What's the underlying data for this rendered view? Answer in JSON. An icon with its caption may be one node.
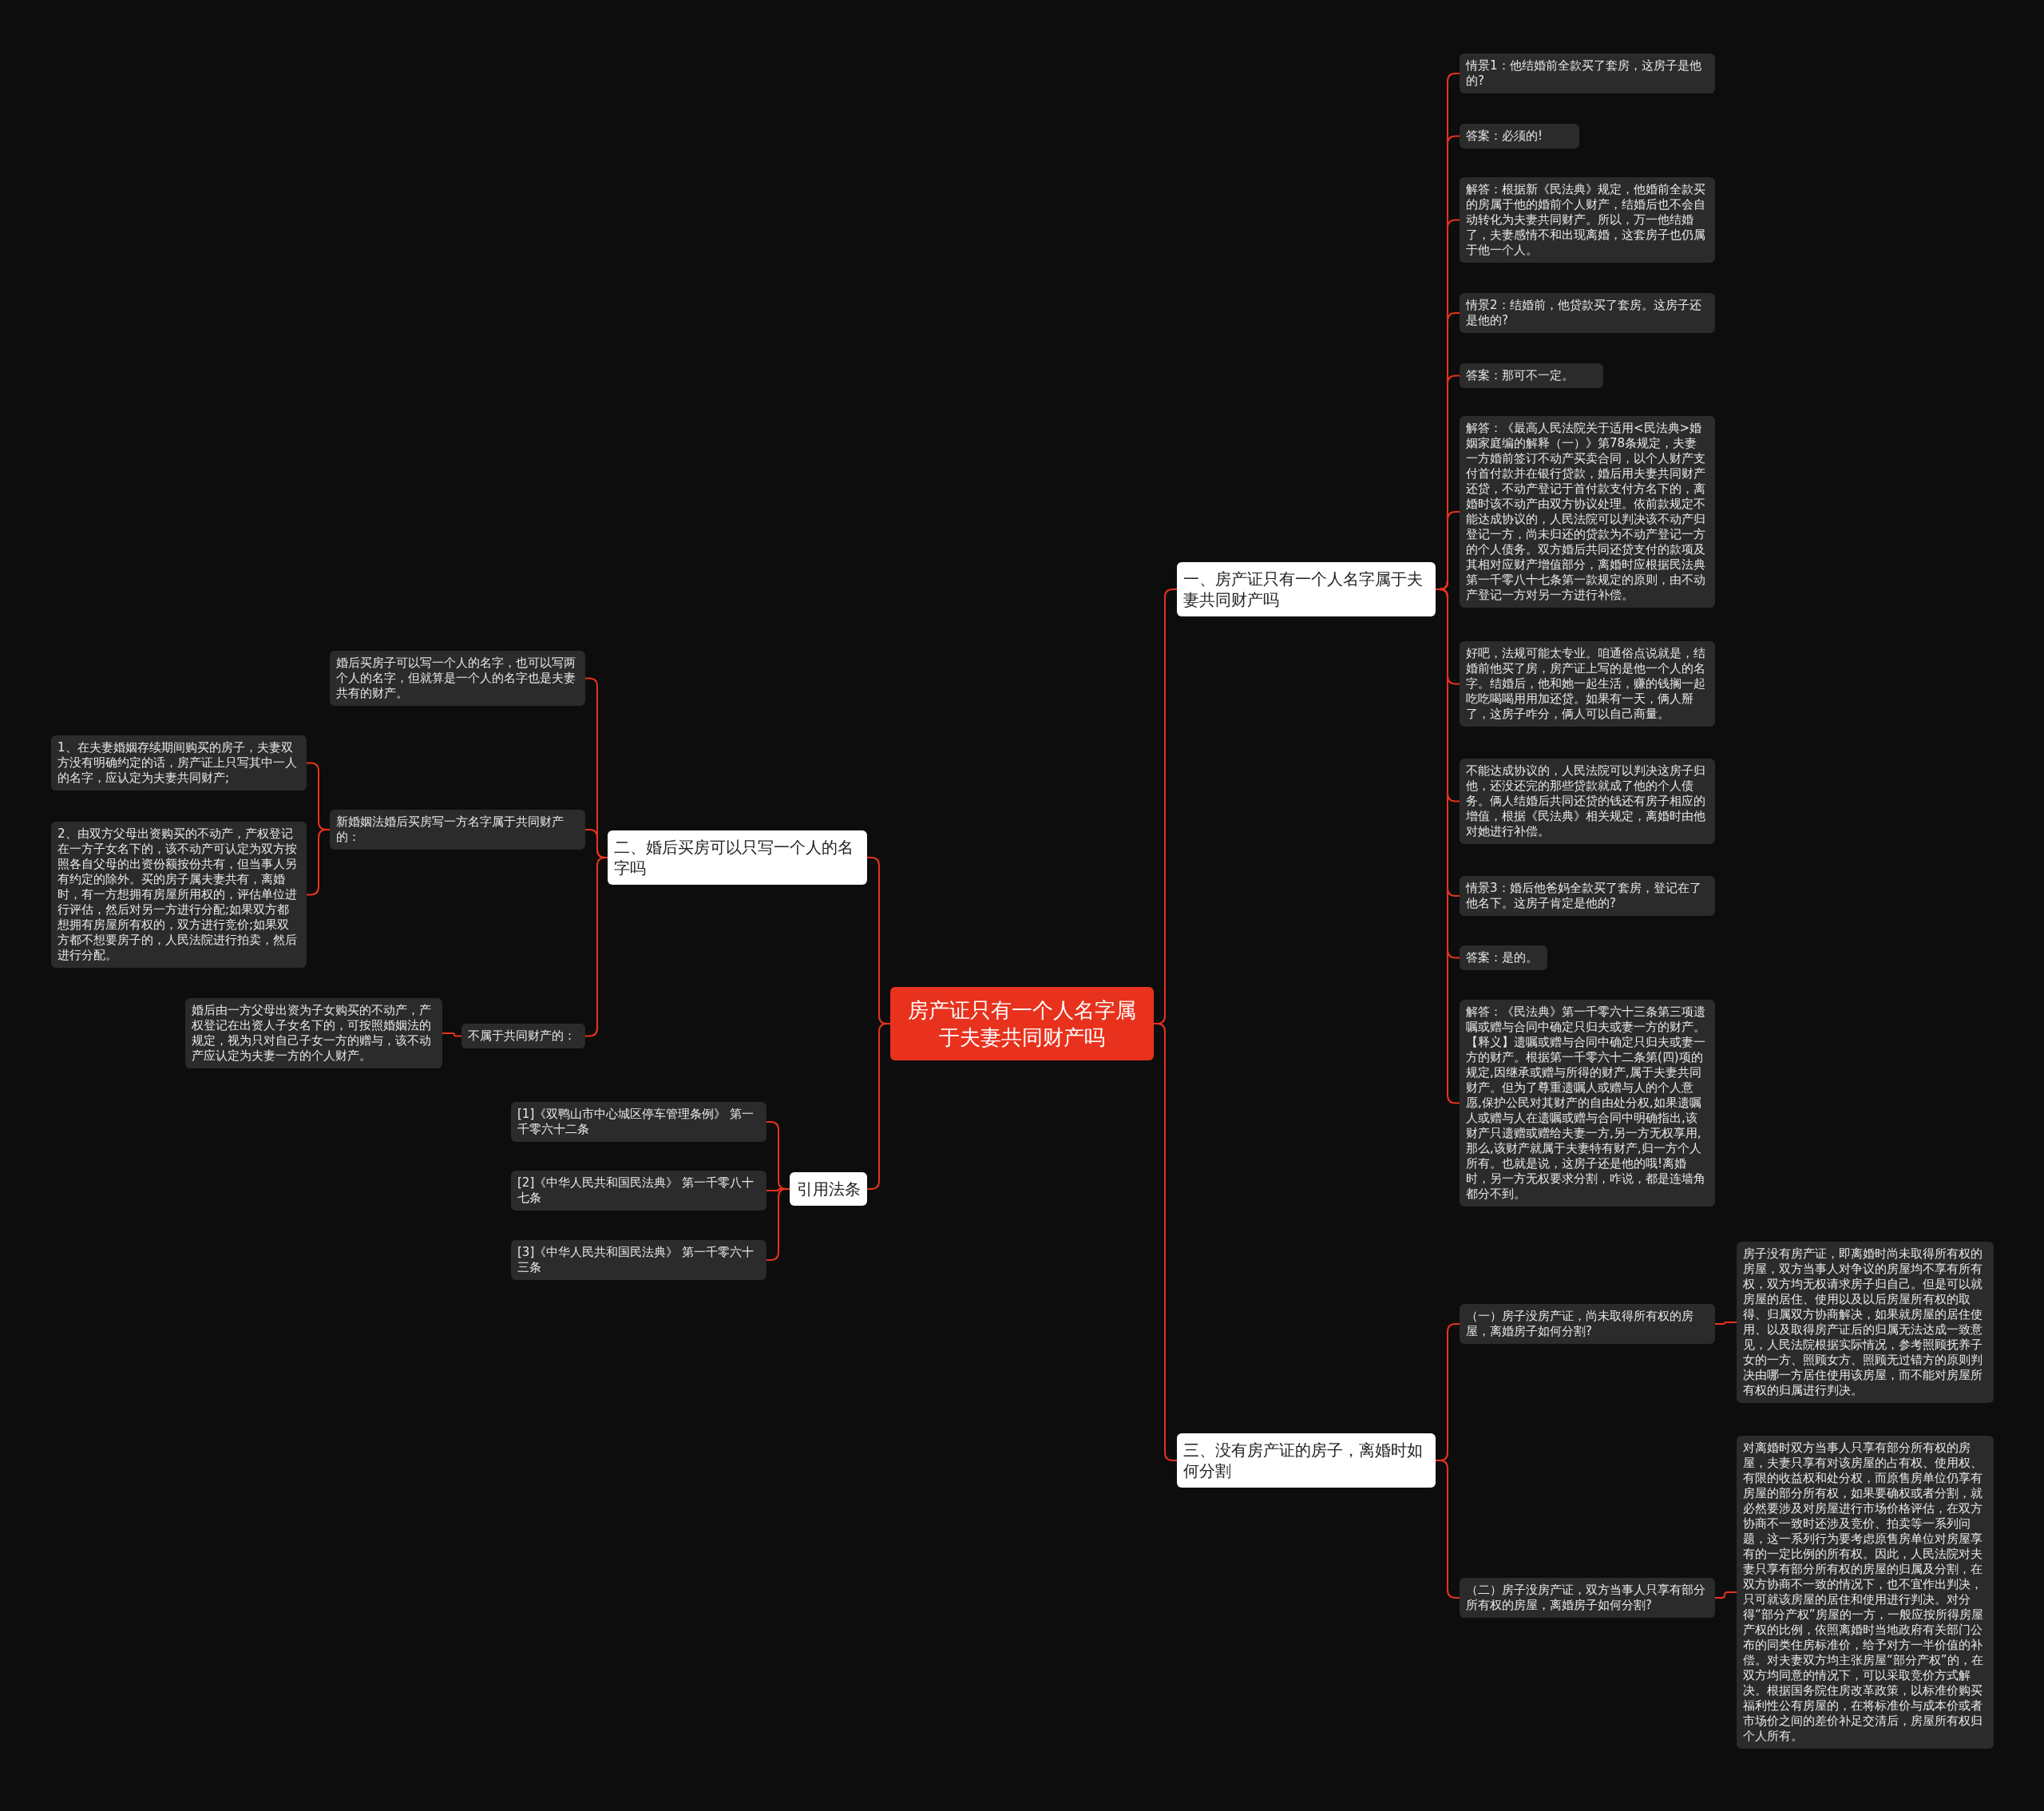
{
  "diagram": {
    "nodes": [
      {
        "text": [
          "房产证只有一个人名字属于夫妻共同财产吗"
        ]
      },
      {
        "text": [
          "一、房产证只有一个人名字属于夫妻共同财产吗"
        ]
      },
      {
        "text": [
          "情景1：他结婚前全款买了套房，这房子是他的?"
        ]
      },
      {
        "text": [
          "答案：必须的!"
        ]
      },
      {
        "text": [
          "解答：根据新《民法典》规定，他婚前全款买的房属于他的婚前个人财产，结婚后也不会自动转化为夫妻共同财产。所以，万一他结婚了，夫妻感情不和出现离婚，这套房子也仍属于他一个人。"
        ]
      },
      {
        "text": [
          "情景2：结婚前，他贷款买了套房。这房子还是他的?"
        ]
      },
      {
        "text": [
          "答案：那可不一定。"
        ]
      },
      {
        "text": [
          "解答：《最高人民法院关于适用<民法典>婚姻家庭编的解释（一）》第78条规定，夫妻一方婚前签订不动产买卖合同，以个人财产支付首付款并在银行贷款，婚后用夫妻共同财产还贷，不动产登记于首付款支付方名下的，离婚时该不动产由双方协议处理。依前款规定不能达成协议的，人民法院可以判决该不动产归登记一方，尚未归还的贷款为不动产登记一方的个人债务。双方婚后共同还贷支付的款项及其相对应财产增值部分，离婚时应根据民法典第一千零八十七条第一款规定的原则，由不动产登记一方对另一方进行补偿。"
        ]
      },
      {
        "text": [
          "好吧，法规可能太专业。咱通俗点说就是，结婚前他买了房，房产证上写的是他一个人的名字。结婚后，他和她一起生活，赚的钱搁一起吃吃喝喝用用加还贷。如果有一天，俩人掰了，这房子咋分，俩人可以自己商量。"
        ]
      },
      {
        "text": [
          "不能达成协议的，人民法院可以判决这房子归他，还没还完的那些贷款就成了他的个人债务。俩人结婚后共同还贷的钱还有房子相应的增值，根据《民法典》相关规定，离婚时由他对她进行补偿。"
        ]
      },
      {
        "text": [
          "情景3：婚后他爸妈全款买了套房，登记在了他名下。这房子肯定是他的?"
        ]
      },
      {
        "text": [
          "答案：是的。"
        ]
      },
      {
        "text": [
          "解答：《民法典》第一千零六十三条第三项遗嘱或赠与合同中确定只归夫或妻一方的财产。【释义】遗嘱或赠与合同中确定只归夫或妻一方的财产。根据第一千零六十二条第(四)项的规定,因继承或赠与所得的财产,属于夫妻共同财产。但为了尊重遗嘱人或赠与人的个人意愿,保护公民对其财产的自由处分权,如果遗嘱人或赠与人在遗嘱或赠与合同中明确指出,该财产只遗赠或赠给夫妻一方,另一方无权享用,那么,该财产就属于夫妻特有财产,归一方个人所有。也就是说，这房子还是他的哦!离婚时，另一方无权要求分割，咋说，都是连墙角都分不到。"
        ]
      },
      {
        "text": [
          "三、没有房产证的房子，离婚时如何分割"
        ]
      },
      {
        "text": [
          "（一）房子没房产证，尚未取得所有权的房屋，离婚房子如何分割?"
        ]
      },
      {
        "text": [
          "房子没有房产证，即离婚时尚未取得所有权的房屋，双方当事人对争议的房屋均不享有所有权，双方均无权请求房子归自己。但是可以就房屋的居住、使用以及以后房屋所有权的取得、归属双方协商解决，如果就房屋的居住使用、以及取得房产证后的归属无法达成一致意见，人民法院根据实际情况，参考照顾抚养子女的一方、照顾女方、照顾无过错方的原则判决由哪一方居住使用该房屋，而不能对房屋所有权的归属进行判决。"
        ]
      },
      {
        "text": [
          "（二）房子没房产证，双方当事人只享有部分所有权的房屋，离婚房子如何分割?"
        ]
      },
      {
        "text": [
          "对离婚时双方当事人只享有部分所有权的房屋，夫妻只享有对该房屋的占有权、使用权、有限的收益权和处分权，而原售房单位仍享有房屋的部分所有权，如果要确权或者分割，就必然要涉及对房屋进行市场价格评估，在双方协商不一致时还涉及竞价、拍卖等一系列问题，这一系列行为要考虑原售房单位对房屋享有的一定比例的所有权。因此，人民法院对夫妻只享有部分所有权的房屋的归属及分割，在双方协商不一致的情况下，也不宜作出判决，只可就该房屋的居住和使用进行判决。对分得“部分产权”房屋的一方，一般应按所得房屋产权的比例，依照离婚时当地政府有关部门公布的同类住房标准价，给予对方一半价值的补偿。对夫妻双方均主张房屋“部分产权”的，在双方均同意的情况下，可以采取竞价方式解决。根据国务院住房改革政策，以标准价购买福利性公有房屋的，在将标准价与成本价或者市场价之间的差价补足交清后，房屋所有权归个人所有。"
        ]
      },
      {
        "text": [
          "二、婚后买房可以只写一个人的名字吗"
        ]
      },
      {
        "text": [
          "婚后买房子可以写一个人的名字，也可以写两个人的名字，但就算是一个人的名字也是夫妻共有的财产。"
        ]
      },
      {
        "text": [
          "新婚姻法婚后买房写一方名字属于共同财产的："
        ]
      },
      {
        "text": [
          "1、在夫妻婚姻存续期间购买的房子，夫妻双方没有明确约定的话，房产证上只写其中一人的名字，应认定为夫妻共同财产;"
        ]
      },
      {
        "text": [
          "2、由双方父母出资购买的不动产，产权登记在一方子女名下的，该不动产可认定为双方按照各自父母的出资份额按份共有，但当事人另有约定的除外。买的房子属夫妻共有，离婚时，有一方想拥有房屋所用权的，评估单位进行评估，然后对另一方进行分配;如果双方都想拥有房屋所有权的，双方进行竞价;如果双方都不想要房子的，人民法院进行拍卖，然后进行分配。"
        ]
      },
      {
        "text": [
          "不属于共同财产的："
        ]
      },
      {
        "text": [
          "婚后由一方父母出资为子女购买的不动产，产权登记在出资人子女名下的，可按照婚姻法的规定，视为只对自己子女一方的赠与，该不动产应认定为夫妻一方的个人财产。"
        ]
      },
      {
        "text": [
          "引用法条"
        ]
      },
      {
        "text": [
          "[1]《双鸭山市中心城区停车管理条例》 第一千零六十二条"
        ]
      },
      {
        "text": [
          "[2]《中华人民共和国民法典》 第一千零八十七条"
        ]
      },
      {
        "text": [
          "[3]《中华人民共和国民法典》 第一千零六十三条"
        ]
      }
    ],
    "edges": [
      {
        "from": 0,
        "to": 1,
        "arrow": "none"
      },
      {
        "from": 1,
        "to": 2,
        "arrow": "none"
      },
      {
        "from": 1,
        "to": 3,
        "arrow": "none"
      },
      {
        "from": 1,
        "to": 4,
        "arrow": "none"
      },
      {
        "from": 1,
        "to": 5,
        "arrow": "none"
      },
      {
        "from": 1,
        "to": 6,
        "arrow": "none"
      },
      {
        "from": 1,
        "to": 7,
        "arrow": "none"
      },
      {
        "from": 1,
        "to": 8,
        "arrow": "none"
      },
      {
        "from": 1,
        "to": 9,
        "arrow": "none"
      },
      {
        "from": 1,
        "to": 10,
        "arrow": "none"
      },
      {
        "from": 1,
        "to": 11,
        "arrow": "none"
      },
      {
        "from": 1,
        "to": 12,
        "arrow": "none"
      },
      {
        "from": 0,
        "to": 13,
        "arrow": "none"
      },
      {
        "from": 13,
        "to": 14,
        "arrow": "none"
      },
      {
        "from": 14,
        "to": 15,
        "arrow": "none"
      },
      {
        "from": 13,
        "to": 16,
        "arrow": "none"
      },
      {
        "from": 16,
        "to": 17,
        "arrow": "none"
      },
      {
        "from": 0,
        "to": 18,
        "arrow": "none"
      },
      {
        "from": 18,
        "to": 19,
        "arrow": "none"
      },
      {
        "from": 18,
        "to": 20,
        "arrow": "none"
      },
      {
        "from": 20,
        "to": 21,
        "arrow": "none"
      },
      {
        "from": 20,
        "to": 22,
        "arrow": "none"
      },
      {
        "from": 18,
        "to": 23,
        "arrow": "none"
      },
      {
        "from": 23,
        "to": 24,
        "arrow": "none"
      },
      {
        "from": 0,
        "to": 25,
        "arrow": "none"
      },
      {
        "from": 25,
        "to": 26,
        "arrow": "none"
      },
      {
        "from": 25,
        "to": 27,
        "arrow": "none"
      },
      {
        "from": 25,
        "to": 28,
        "arrow": "none"
      }
    ]
  }
}
